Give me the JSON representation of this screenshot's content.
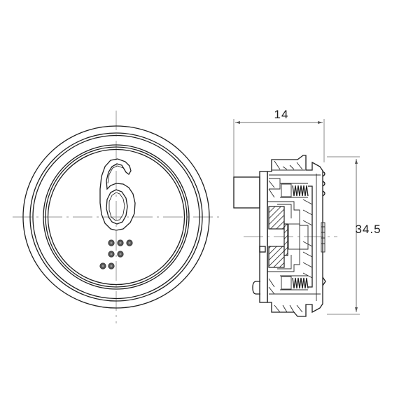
{
  "drawing": {
    "subject": "Elevator push button, floor 6",
    "line_color": "#1e1e1e",
    "centerline_color": "#9a9a9a",
    "background": "#ffffff"
  },
  "front_view": {
    "button_label": "6",
    "braille_cell_dots": [
      {
        "row": 1,
        "count": 3
      },
      {
        "row": 2,
        "count": 2
      },
      {
        "row": 3,
        "count": 2
      }
    ],
    "ring_count": 6
  },
  "side_view": {
    "dimensions": {
      "depth": "14",
      "diameter": "34.5"
    }
  }
}
